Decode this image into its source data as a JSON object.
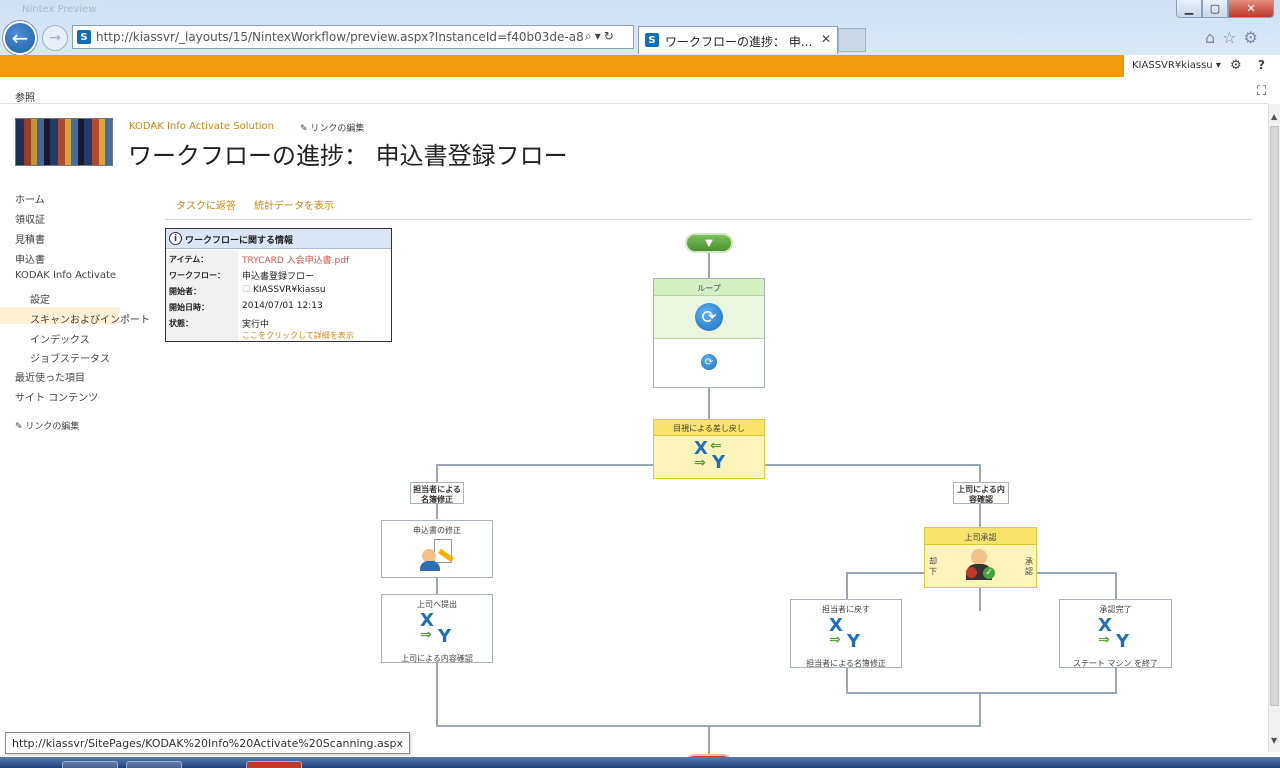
{
  "browser": {
    "window_title": "Nintex Preview",
    "url": "http://kiassvr/_layouts/15/NintexWorkflow/preview.aspx?InstanceId=f40b03de-a8",
    "url_host": "kiassvr",
    "tab_title": "ワークフローの進捗： 申...",
    "status_url": "http://kiassvr/SitePages/KODAK%20Info%20Activate%20Scanning.aspx"
  },
  "suite_bar": {
    "user": "KIASSVR¥kiassu ▾",
    "accent_color": "#f29a0a"
  },
  "ribbon": {
    "browse_tab": "参照"
  },
  "site": {
    "name": "KODAK Info Activate Solution",
    "edit_links": "リンクの編集",
    "page_title": "ワークフローの進捗： 申込書登録フロー"
  },
  "leftnav": {
    "items": [
      {
        "label": "ホーム"
      },
      {
        "label": "領収証"
      },
      {
        "label": "見積書"
      },
      {
        "label": "申込書"
      },
      {
        "label": "KODAK Info Activate"
      },
      {
        "label": "設定"
      },
      {
        "label": "スキャンおよびインポート"
      },
      {
        "label": "インデックス"
      },
      {
        "label": "ジョブステータス"
      },
      {
        "label": "最近使った項目"
      },
      {
        "label": "サイト コンテンツ"
      }
    ],
    "edit_links": "リンクの編集"
  },
  "commands": {
    "respond_task": "タスクに返答",
    "view_stats": "統計データを表示"
  },
  "info_panel": {
    "title": "ワークフローに関する情報",
    "rows": [
      {
        "label": "アイテム：",
        "value": "TRYCARD 入会申込書.pdf"
      },
      {
        "label": "ワークフロー：",
        "value": "申込書登録フロー"
      },
      {
        "label": "開始者：",
        "value": "KIASSVR¥kiassu"
      },
      {
        "label": "開始日時：",
        "value": "2014/07/01 12:13"
      },
      {
        "label": "状態：",
        "value": "実行中"
      }
    ],
    "more_link": "ここをクリックして詳細を表示"
  },
  "workflow": {
    "loop": {
      "title": "ループ"
    },
    "decision": {
      "title": "目視による差し戻し"
    },
    "branch_left": {
      "label": "担当者による名簿修正"
    },
    "branch_right": {
      "label": "上司による内容確認"
    },
    "form_edit": {
      "title": "申込書の修正"
    },
    "submit": {
      "title": "上司へ提出",
      "footer": "上司による内容確認"
    },
    "approval": {
      "title": "上司承認",
      "reject": "却下",
      "approve": "承認"
    },
    "return_owner": {
      "title": "担当者に戻す",
      "footer": "担当者による名簿修正"
    },
    "approved": {
      "title": "承認完了",
      "footer": "ステート マシン を終了"
    }
  }
}
